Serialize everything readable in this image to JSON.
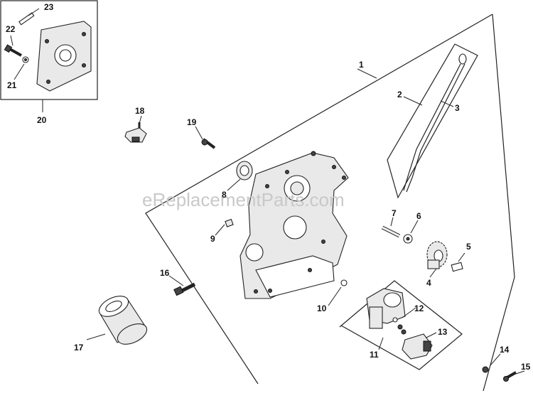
{
  "watermark": "eReplacementParts.com",
  "callouts": [
    "1",
    "2",
    "3",
    "4",
    "5",
    "6",
    "7",
    "8",
    "9",
    "10",
    "11",
    "12",
    "13",
    "14",
    "15",
    "16",
    "17",
    "18",
    "19",
    "20",
    "21",
    "22",
    "23"
  ]
}
